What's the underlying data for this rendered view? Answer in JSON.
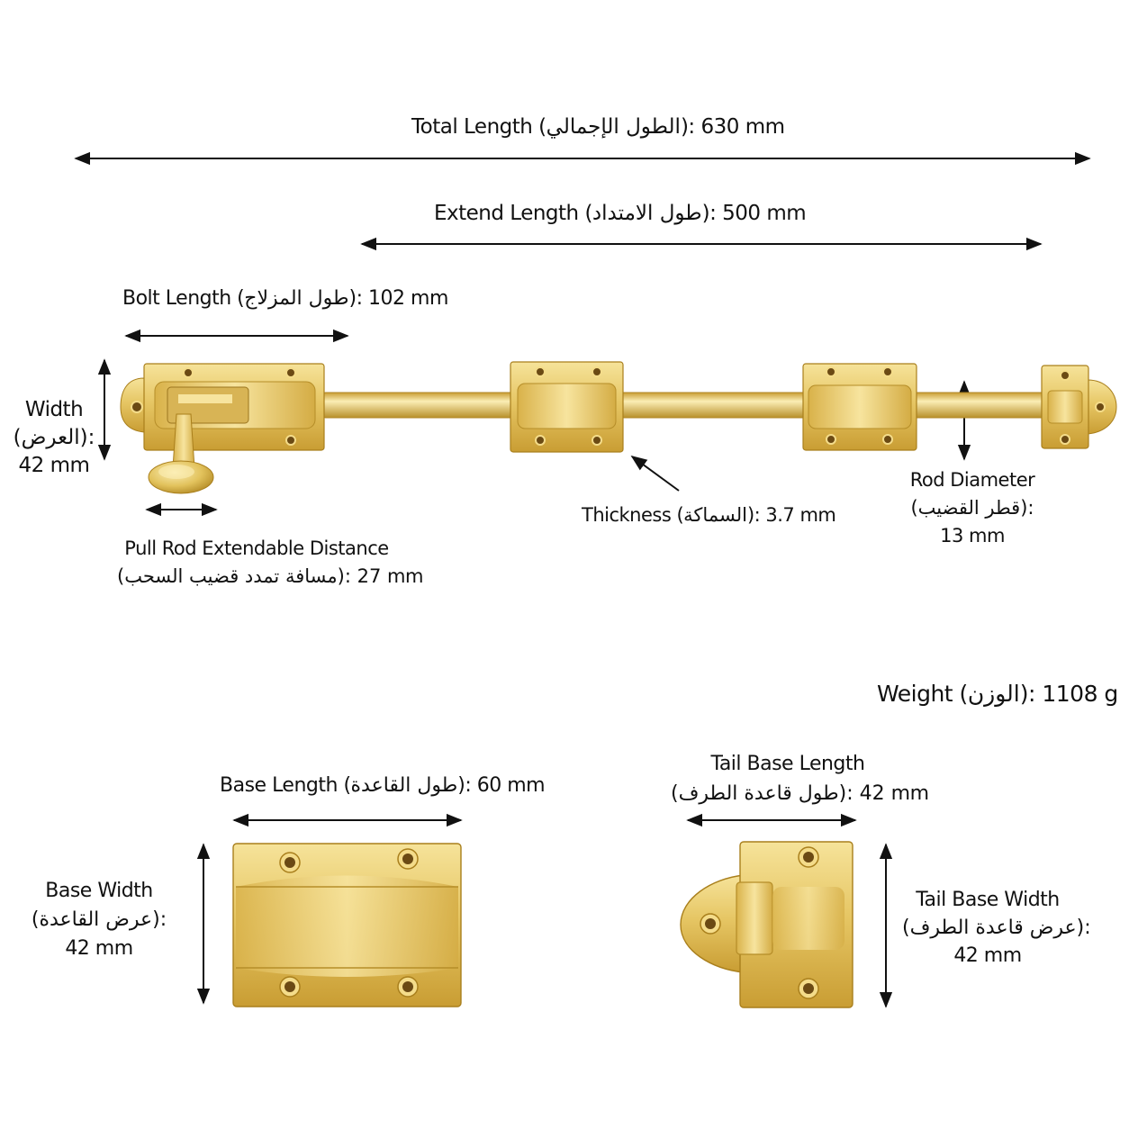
{
  "colors": {
    "brass_light": "#f4dc8a",
    "brass_mid": "#e2c25c",
    "brass_dark": "#c59a2c",
    "brass_edge": "#a97f1c",
    "hole_dark": "#6b4a14",
    "arrow": "#111111"
  },
  "labels": {
    "total_length": "Total Length (الطول الإجمالي): 630 mm",
    "extend_length": "Extend Length (طول الامتداد): 500 mm",
    "bolt_length": "Bolt Length (طول المزلاج): 102 mm",
    "width": {
      "line1": "Width",
      "line2": "(العرض):",
      "line3": "42 mm"
    },
    "pull_rod": {
      "line1": "Pull Rod Extendable Distance",
      "line2": "(مسافة تمدد قضيب السحب): 27 mm"
    },
    "thickness": "Thickness (السماكة): 3.7 mm",
    "rod_diameter": {
      "line1": "Rod Diameter",
      "line2": "(قطر القضيب):",
      "line3": "13 mm"
    },
    "weight": "Weight (الوزن): 1108 g",
    "base_length": "Base Length (طول القاعدة): 60 mm",
    "base_width": {
      "line1": "Base Width",
      "line2": "(عرض القاعدة):",
      "line3": "42 mm"
    },
    "tail_base_length": {
      "line1": "Tail Base Length",
      "line2": "(طول قاعدة الطرف): 42 mm"
    },
    "tail_base_width": {
      "line1": "Tail Base Width",
      "line2": "(عرض قاعدة الطرف):",
      "line3": "42 mm"
    }
  }
}
